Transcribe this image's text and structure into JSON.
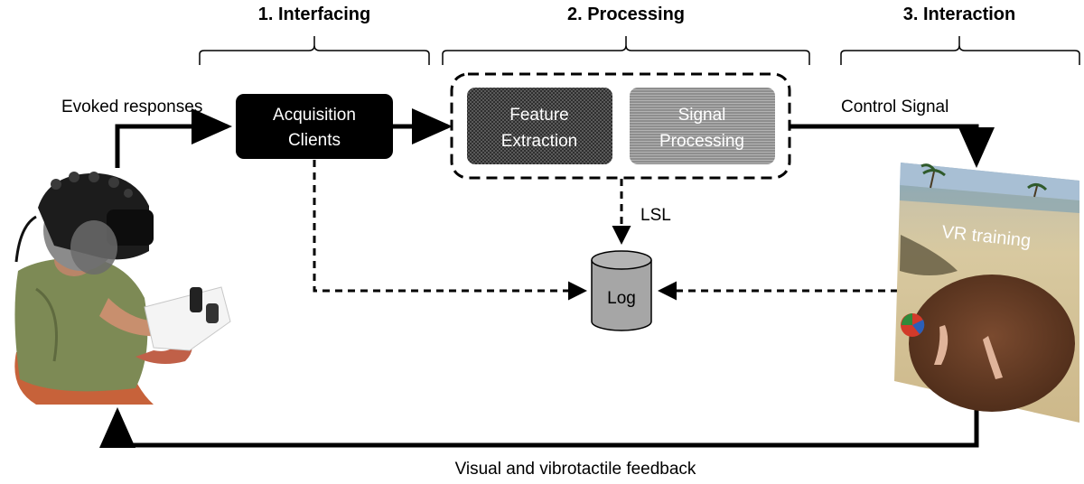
{
  "stages": [
    {
      "title": "1. Interfacing"
    },
    {
      "title": "2. Processing"
    },
    {
      "title": "3. Interaction"
    }
  ],
  "blocks": {
    "acquisition": {
      "line1": "Acquisition",
      "line2": "Clients"
    },
    "feature": {
      "line1": "Feature",
      "line2": "Extraction"
    },
    "signal": {
      "line1": "Signal",
      "line2": "Processing"
    },
    "log": {
      "label": "Log"
    }
  },
  "labels": {
    "evoked": "Evoked responses",
    "control": "Control Signal",
    "lsl": "LSL",
    "feedback": "Visual and vibrotactile feedback",
    "vr": "VR training"
  },
  "colors": {
    "acquisition_fill": "#000000",
    "feature_fill": "#3a3a3a",
    "signal_fill": "#9a9a9a",
    "log_fill": "#a6a6a6",
    "arrow": "#000000"
  }
}
